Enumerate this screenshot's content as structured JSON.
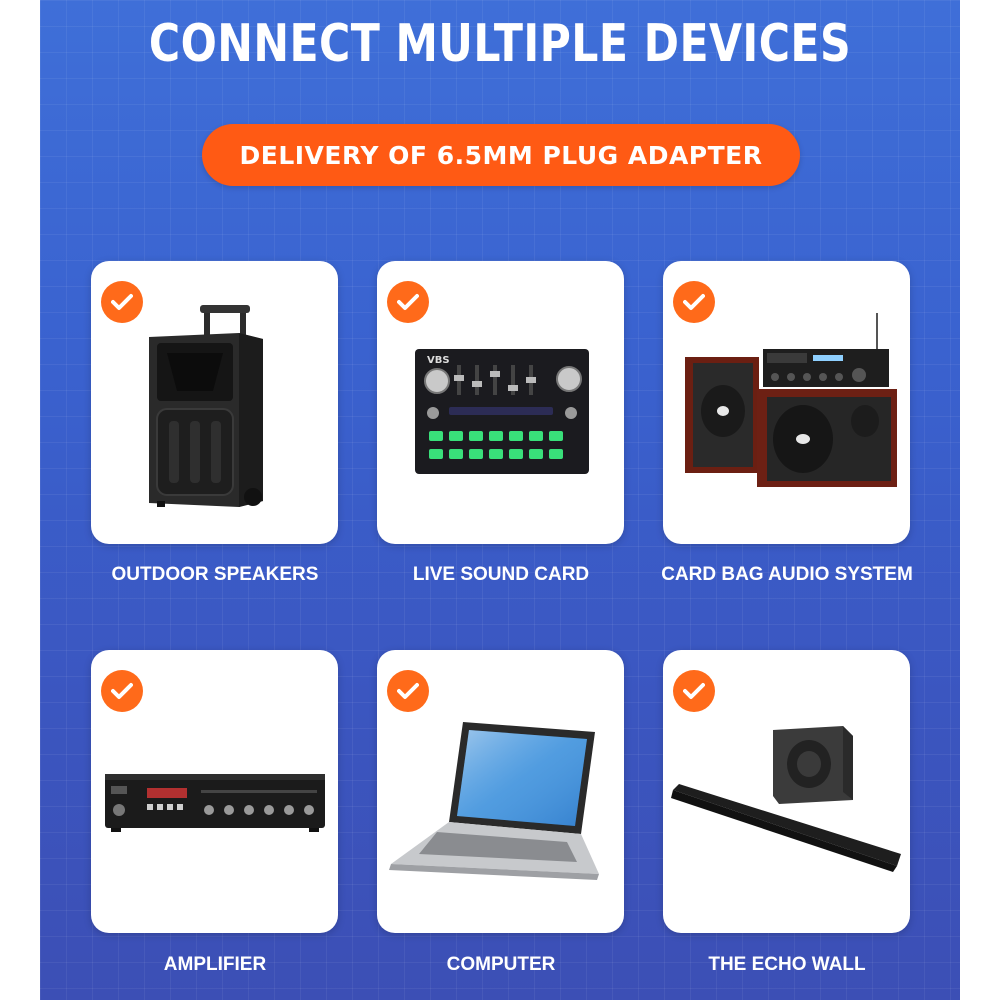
{
  "headline": "CONNECT MULTIPLE DEVICES",
  "badge": "DELIVERY OF 6.5MM PLUG ADAPTER",
  "colors": {
    "background": "#3a62cf",
    "badge": "#ff5a14",
    "check": "#ff6a1a",
    "card": "#ffffff",
    "text": "#ffffff"
  },
  "devices": [
    {
      "label": "OUTDOOR SPEAKERS",
      "icon": "trolley-speaker-icon"
    },
    {
      "label": "LIVE SOUND CARD",
      "icon": "sound-card-icon",
      "device_text": "VBS"
    },
    {
      "label": "CARD BAG AUDIO SYSTEM",
      "icon": "speaker-system-icon"
    },
    {
      "label": "AMPLIFIER",
      "icon": "amplifier-icon"
    },
    {
      "label": "COMPUTER",
      "icon": "laptop-icon"
    },
    {
      "label": "THE ECHO WALL",
      "icon": "soundbar-icon"
    }
  ]
}
